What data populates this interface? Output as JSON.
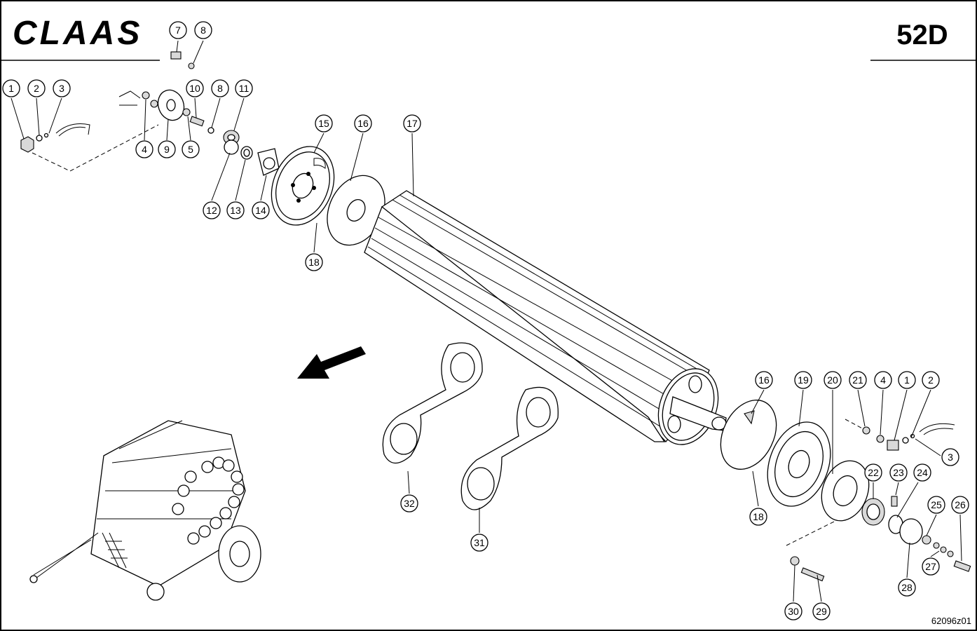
{
  "header": {
    "brand": "CLAAS",
    "page_code": "52D"
  },
  "footer": {
    "drawing_number": "62096z01"
  },
  "callouts": [
    {
      "id": "c1a",
      "label": "1"
    },
    {
      "id": "c2a",
      "label": "2"
    },
    {
      "id": "c3a",
      "label": "3"
    },
    {
      "id": "c4a",
      "label": "4"
    },
    {
      "id": "c5",
      "label": "5"
    },
    {
      "id": "c7",
      "label": "7"
    },
    {
      "id": "c8a",
      "label": "8"
    },
    {
      "id": "c8b",
      "label": "8"
    },
    {
      "id": "c9",
      "label": "9"
    },
    {
      "id": "c10",
      "label": "10"
    },
    {
      "id": "c11",
      "label": "11"
    },
    {
      "id": "c12",
      "label": "12"
    },
    {
      "id": "c13",
      "label": "13"
    },
    {
      "id": "c14",
      "label": "14"
    },
    {
      "id": "c15",
      "label": "15"
    },
    {
      "id": "c16a",
      "label": "16"
    },
    {
      "id": "c17",
      "label": "17"
    },
    {
      "id": "c18a",
      "label": "18"
    },
    {
      "id": "c16b",
      "label": "16"
    },
    {
      "id": "c19",
      "label": "19"
    },
    {
      "id": "c20",
      "label": "20"
    },
    {
      "id": "c21",
      "label": "21"
    },
    {
      "id": "c4b",
      "label": "4"
    },
    {
      "id": "c1b",
      "label": "1"
    },
    {
      "id": "c2b",
      "label": "2"
    },
    {
      "id": "c3b",
      "label": "3"
    },
    {
      "id": "c18b",
      "label": "18"
    },
    {
      "id": "c22",
      "label": "22"
    },
    {
      "id": "c23",
      "label": "23"
    },
    {
      "id": "c24",
      "label": "24"
    },
    {
      "id": "c25",
      "label": "25"
    },
    {
      "id": "c26",
      "label": "26"
    },
    {
      "id": "c27",
      "label": "27"
    },
    {
      "id": "c28",
      "label": "28"
    },
    {
      "id": "c29",
      "label": "29"
    },
    {
      "id": "c30",
      "label": "30"
    },
    {
      "id": "c31",
      "label": "31"
    },
    {
      "id": "c32",
      "label": "32"
    }
  ]
}
